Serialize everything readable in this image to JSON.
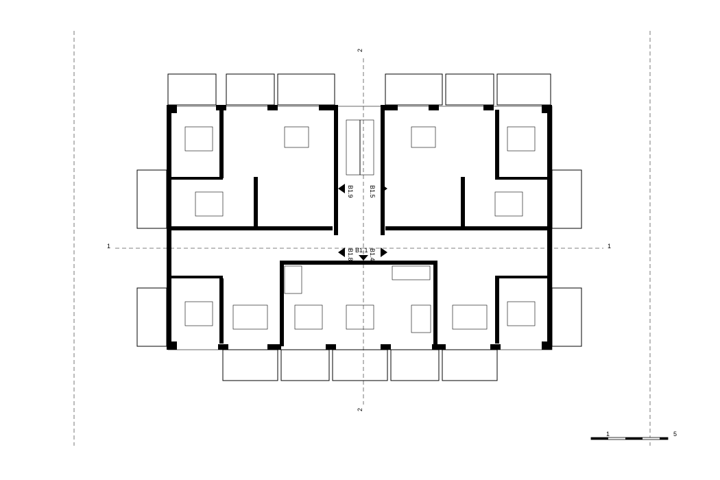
{
  "plan": {
    "section_axes": {
      "horizontal": "1",
      "vertical": "2"
    },
    "unit_labels": [
      "B1.9",
      "B1.5",
      "B1.8",
      "B1.1",
      "B1.4"
    ],
    "scale_bar": {
      "start": "1",
      "end": "5"
    },
    "colors": {
      "walls": "#000000",
      "background": "#ffffff"
    }
  }
}
